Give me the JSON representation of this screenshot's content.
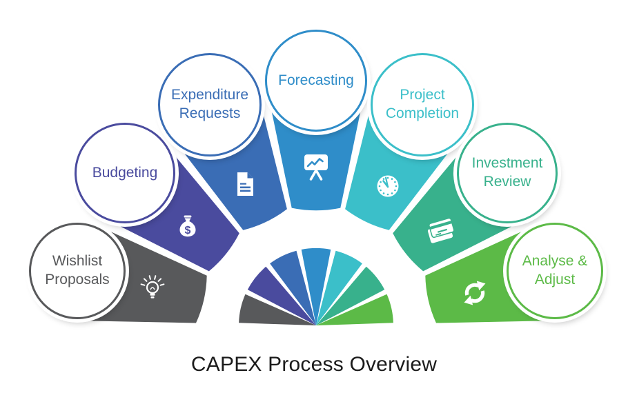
{
  "title": "CAPEX Process Overview",
  "diagram": {
    "type": "semicircle-process-fan",
    "segments": [
      {
        "label": "Wishlist Proposals",
        "color": "#58595B",
        "icon": "lightbulb-icon"
      },
      {
        "label": "Budgeting",
        "color": "#4A4B9E",
        "icon": "money-bag-icon"
      },
      {
        "label": "Expenditure Requests",
        "color": "#3A6DB5",
        "icon": "document-icon"
      },
      {
        "label": "Forecasting",
        "color": "#2F8DC9",
        "icon": "presentation-chart-icon"
      },
      {
        "label": "Project Completion",
        "color": "#3BBFC9",
        "icon": "clock-icon"
      },
      {
        "label": "Investment Review",
        "color": "#38B18C",
        "icon": "credit-card-icon"
      },
      {
        "label": "Analyse & Adjust",
        "color": "#5CBA47",
        "icon": "sync-arrows-icon"
      }
    ]
  }
}
